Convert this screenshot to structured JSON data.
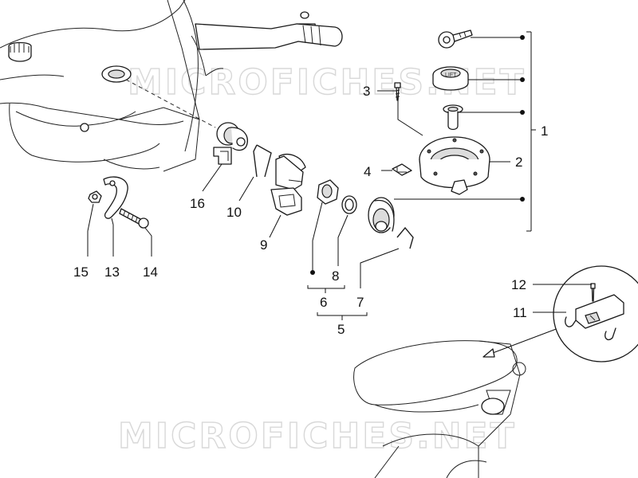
{
  "watermark": {
    "text": "MICROFICHES.NET"
  },
  "lift_label": "LIFT",
  "callouts": [
    {
      "id": "1",
      "text": "1"
    },
    {
      "id": "2",
      "text": "2"
    },
    {
      "id": "3",
      "text": "3"
    },
    {
      "id": "4",
      "text": "4"
    },
    {
      "id": "5",
      "text": "5"
    },
    {
      "id": "6",
      "text": "6"
    },
    {
      "id": "7",
      "text": "7"
    },
    {
      "id": "8",
      "text": "8"
    },
    {
      "id": "9",
      "text": "9"
    },
    {
      "id": "10",
      "text": "10"
    },
    {
      "id": "11",
      "text": "11"
    },
    {
      "id": "12",
      "text": "12"
    },
    {
      "id": "13",
      "text": "13"
    },
    {
      "id": "14",
      "text": "14"
    },
    {
      "id": "15",
      "text": "15"
    },
    {
      "id": "16",
      "text": "16"
    }
  ],
  "colors": {
    "line": "#1a1a1a",
    "watermark": "#d8d8d8",
    "background": "#ffffff"
  }
}
